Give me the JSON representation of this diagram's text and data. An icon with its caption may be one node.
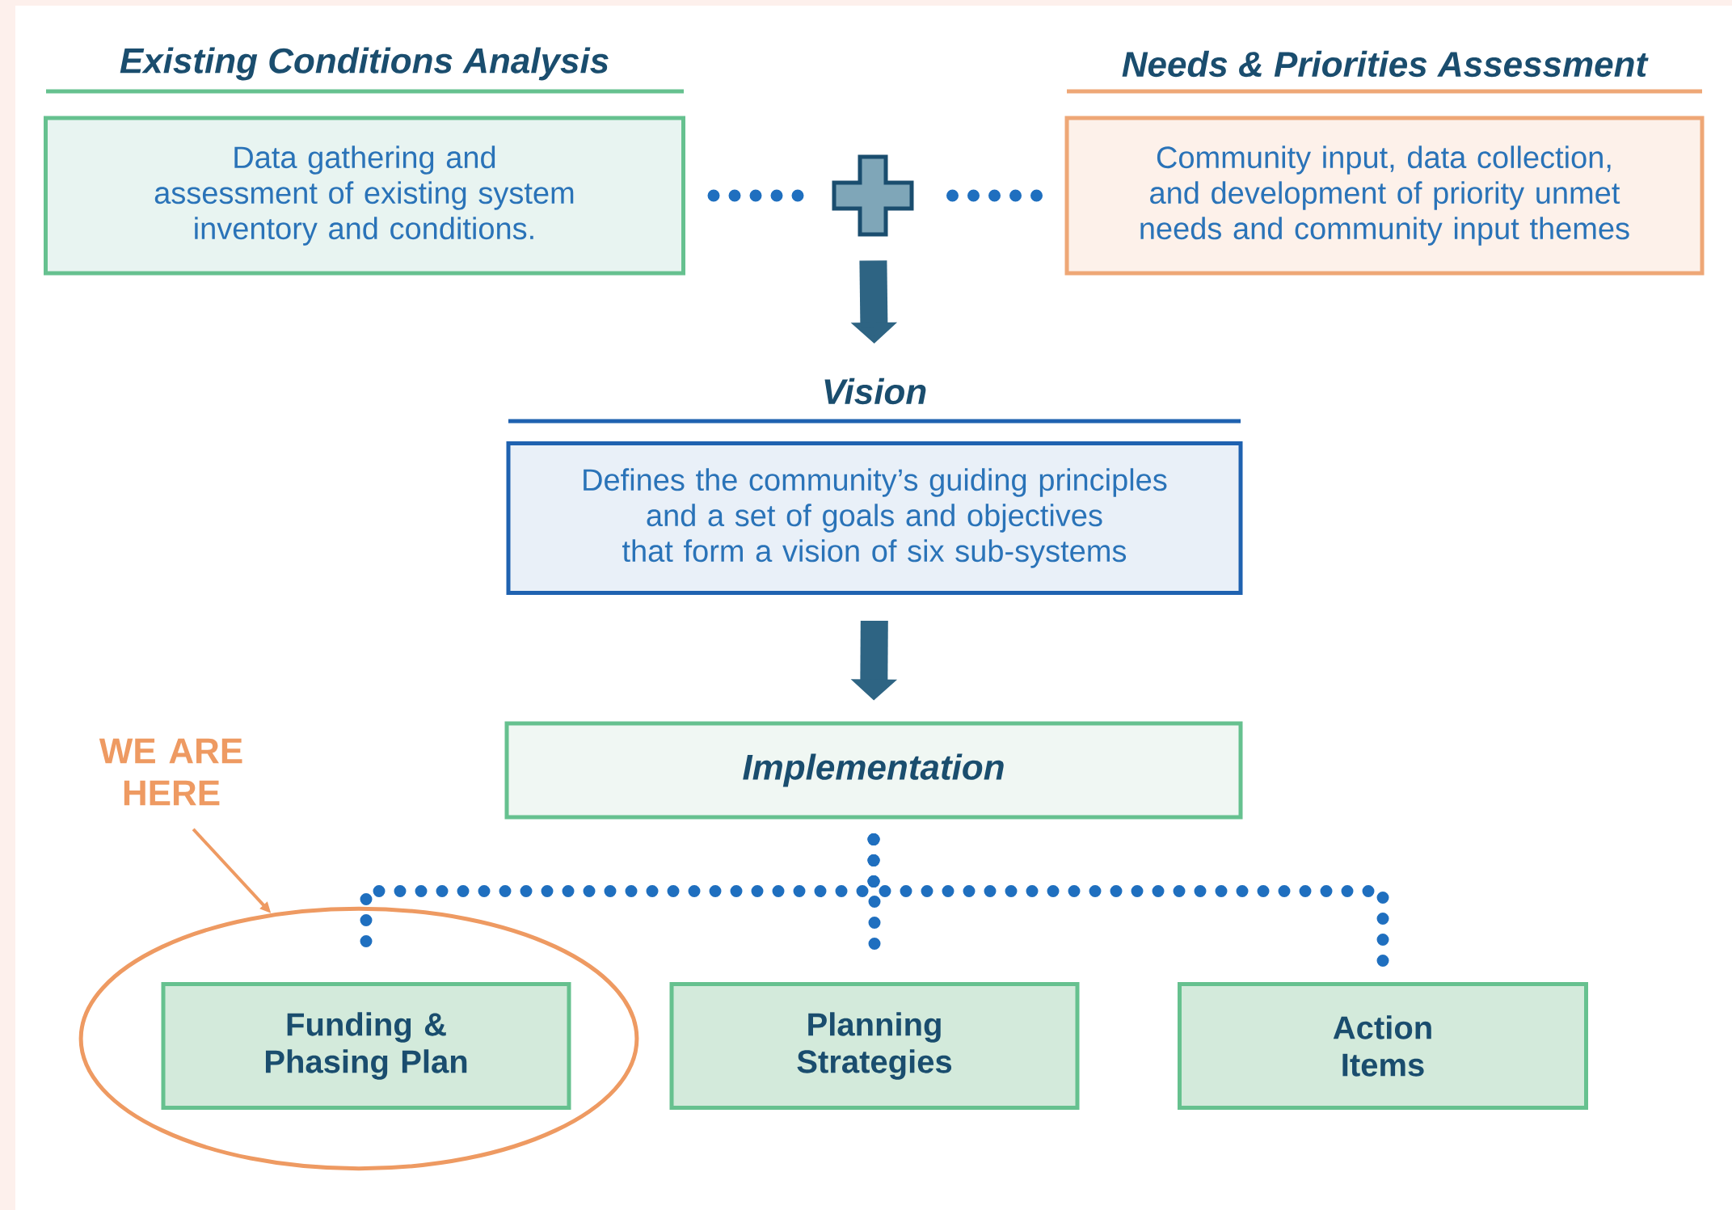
{
  "diagram": {
    "nodes": [
      {
        "text": [
          "Existing Conditions Analysis",
          "Data gathering and assessment of existing system inventory and conditions."
        ]
      },
      {
        "text": [],
        "shape": "plus"
      },
      {
        "text": [
          "Needs & Priorities Assessment",
          "Community input, data collection, and development of priority unmet needs and community input themes"
        ]
      },
      {
        "text": [
          "Vision",
          "Defines the community’s guiding principles and a set of goals and objectives that form a vision of six sub-systems"
        ]
      },
      {
        "text": [
          "Implementation"
        ]
      },
      {
        "text": [
          "WE ARE HERE"
        ]
      },
      {
        "text": [],
        "shape": "ellipse"
      },
      {
        "text": [
          "Funding & Phasing Plan"
        ],
        "in": 6
      },
      {
        "text": [
          "Planning Strategies"
        ]
      },
      {
        "text": [
          "Action Items"
        ]
      }
    ],
    "edges": [
      {
        "from": 0,
        "to": 1,
        "arrow": "none",
        "style": "dashed"
      },
      {
        "from": 2,
        "to": 1,
        "arrow": "none",
        "style": "dashed"
      },
      {
        "from": 1,
        "to": 3,
        "arrow": "to",
        "style": "thick"
      },
      {
        "from": 3,
        "to": 4,
        "arrow": "to",
        "style": "thick"
      },
      {
        "from": 4,
        "to": 7,
        "arrow": "none",
        "style": "dashed"
      },
      {
        "from": 4,
        "to": 8,
        "arrow": "none",
        "style": "dashed"
      },
      {
        "from": 4,
        "to": 9,
        "arrow": "none",
        "style": "dashed"
      },
      {
        "from": 5,
        "to": 6,
        "arrow": "to",
        "color": "#ee9a62"
      }
    ]
  }
}
